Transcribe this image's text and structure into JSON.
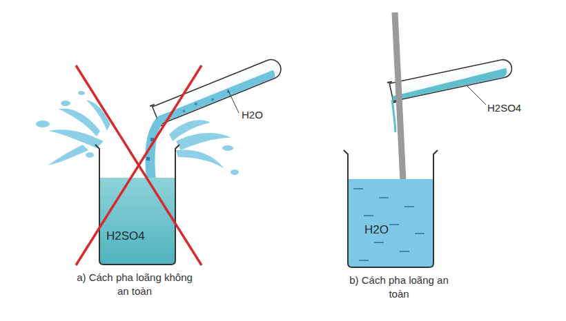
{
  "diagram": {
    "nodes": [
      {
        "text": [
          "H2SO4"
        ]
      },
      {
        "text": [
          "H2O"
        ]
      }
    ],
    "labels": [
      "H2O",
      "a) Cách pha loãng không an toàn",
      "H2SO4",
      "b) Cách pha loãng an toàn"
    ]
  }
}
